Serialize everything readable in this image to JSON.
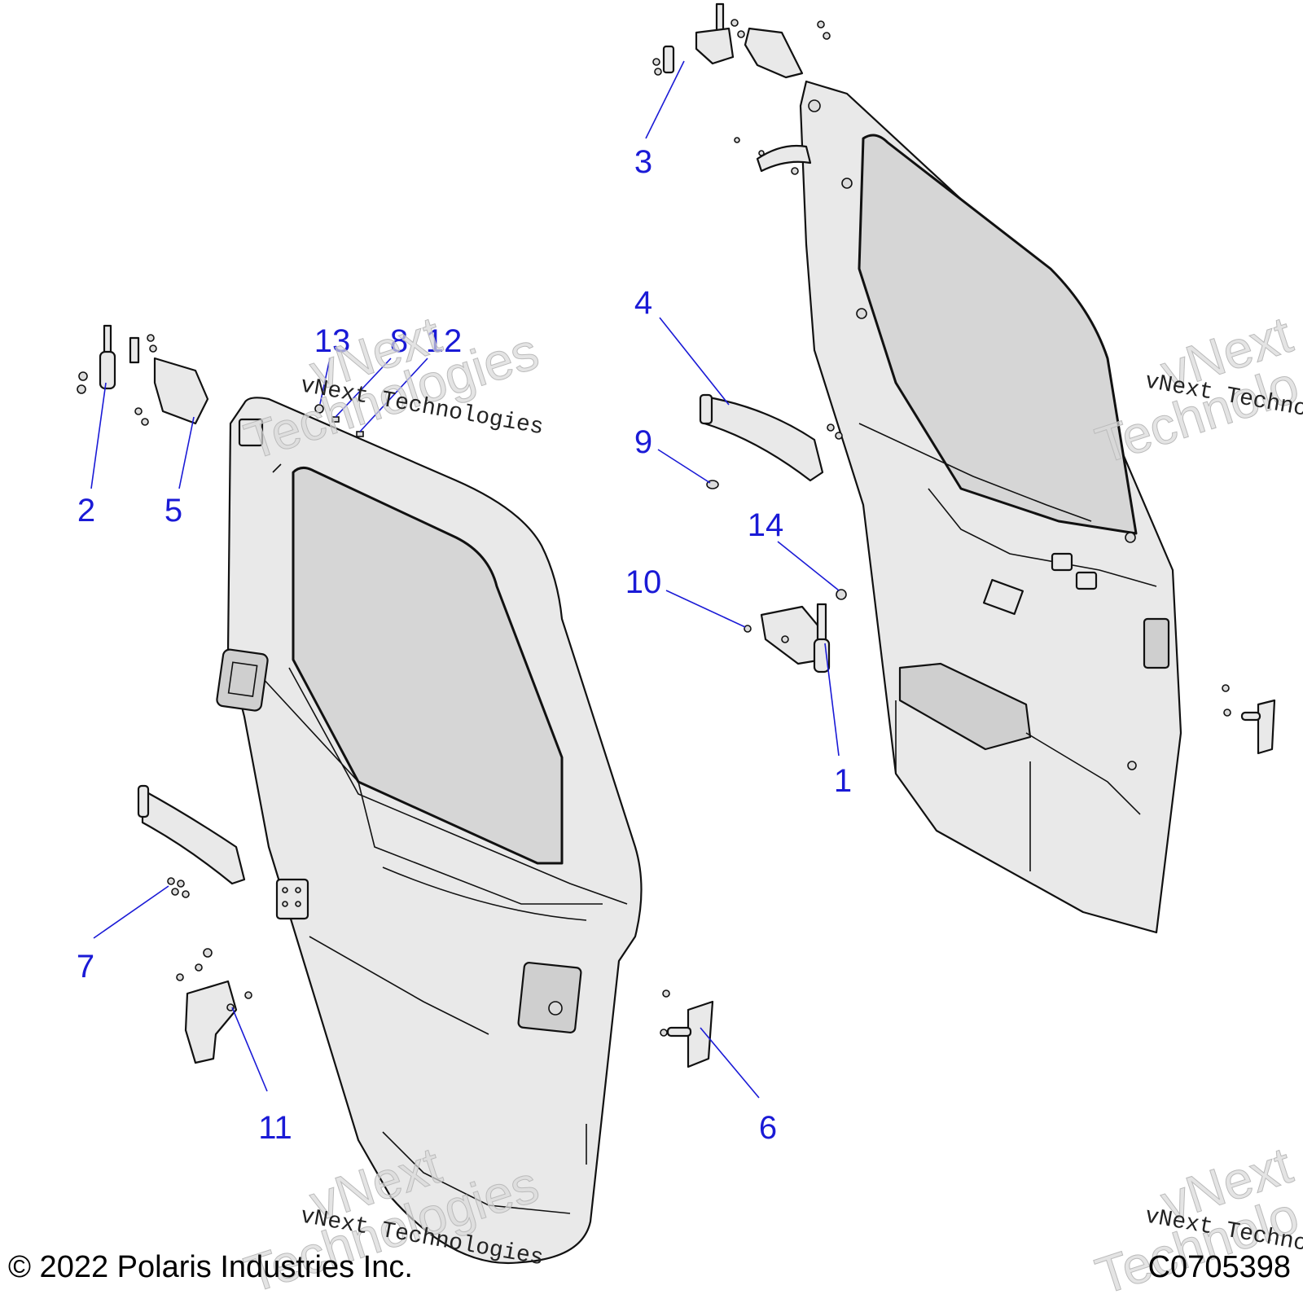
{
  "callouts": [
    {
      "id": "1",
      "label": "1"
    },
    {
      "id": "2",
      "label": "2"
    },
    {
      "id": "3",
      "label": "3"
    },
    {
      "id": "4",
      "label": "4"
    },
    {
      "id": "5",
      "label": "5"
    },
    {
      "id": "6",
      "label": "6"
    },
    {
      "id": "7",
      "label": "7"
    },
    {
      "id": "8",
      "label": "8"
    },
    {
      "id": "9",
      "label": "9"
    },
    {
      "id": "10",
      "label": "10"
    },
    {
      "id": "11",
      "label": "11"
    },
    {
      "id": "12",
      "label": "12"
    },
    {
      "id": "13",
      "label": "13"
    },
    {
      "id": "14",
      "label": "14"
    }
  ],
  "watermark": {
    "line": "vNext Technologies",
    "line_cut": "vNext Technc",
    "ghost_top": "vNext",
    "ghost_bottom": "Technologies",
    "ghost_bottom_cut": "Technolo",
    "ghost_top_cut": "vNext"
  },
  "footer": {
    "copyright": "© 2022 Polaris Industries Inc.",
    "figure_code": "C0705398"
  },
  "colors": {
    "callout": "#1a1ad6",
    "line_art": "#111111",
    "panel_fill": "#e9e9e9"
  }
}
